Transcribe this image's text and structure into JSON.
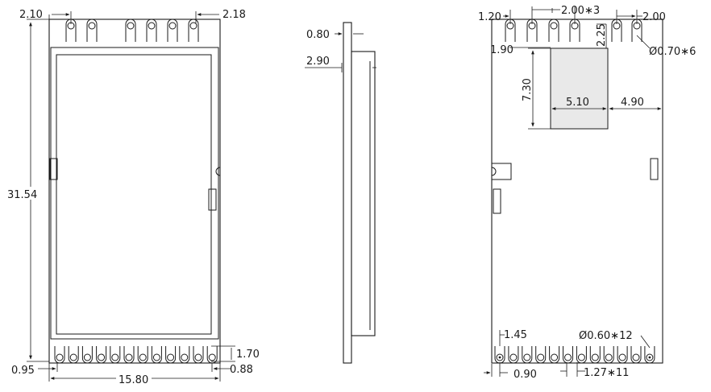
{
  "front_view": {
    "dim_pin_offset_left": "2.10",
    "dim_pin_offset_right": "2.18",
    "dim_height": "31.54",
    "dim_pad_height": "1.70",
    "dim_edge_left": "0.95",
    "dim_edge_right": "0.88",
    "dim_width": "15.80"
  },
  "side_view": {
    "dim_pcb_thickness": "0.80",
    "dim_total_thickness": "2.90"
  },
  "back_view": {
    "dim_top_left_offset": "1.20",
    "dim_top_pitch": "2.00∗3",
    "dim_top_right_pitch": "2.00",
    "dim_top_vertical": "1.90",
    "dim_window_gap": "2.25",
    "dim_hole_top": "Ø0.70∗6",
    "dim_window_height": "7.30",
    "dim_window_width": "5.10",
    "dim_window_right": "4.90",
    "dim_bottom_left_offset": "1.45",
    "dim_hole_bottom": "Ø0.60∗12",
    "dim_bottom_first": "0.90",
    "dim_bottom_pitch": "1.27∗11"
  }
}
